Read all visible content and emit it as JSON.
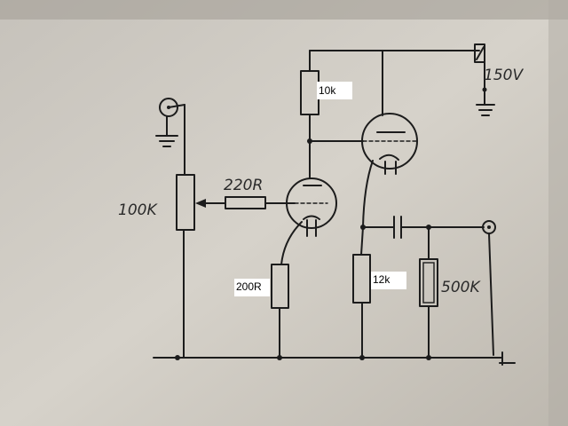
{
  "diagram": {
    "supply_label": "150V",
    "pot_label": "100K",
    "grid_resistor_label": "220R",
    "plate_resistor_label": "10k",
    "cathode_resistor_label": "200R",
    "cathode_follower_resistor_label": "12k",
    "load_resistor_label": "500K"
  }
}
